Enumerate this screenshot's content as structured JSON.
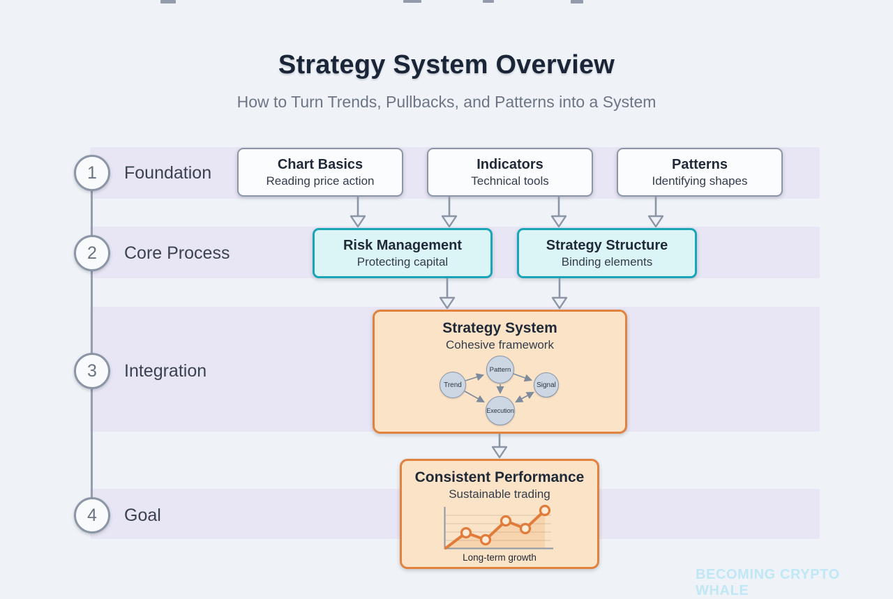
{
  "page": {
    "title": "Strategy System Overview",
    "subtitle": "How to Turn Trends, Pullbacks, and Patterns into a System",
    "watermark": "BECOMING CRYPTO WHALE"
  },
  "colors": {
    "background": "#eff3f7",
    "row_band": "#e8e6f4",
    "neutral_border": "#8b95a6",
    "neutral_fill": "#fbfcfe",
    "teal_border": "#1aa4b8",
    "teal_fill": "#dbf4f5",
    "orange_border": "#e2823f",
    "orange_fill": "#fbe3c7",
    "title_text": "#1b2538",
    "subtitle_text": "#6d7585",
    "watermark_text": "#c0e7f6",
    "chart_line": "#e07b3a"
  },
  "stages": [
    {
      "number": "1",
      "label": "Foundation"
    },
    {
      "number": "2",
      "label": "Core Process"
    },
    {
      "number": "3",
      "label": "Integration"
    },
    {
      "number": "4",
      "label": "Goal"
    }
  ],
  "foundation_boxes": [
    {
      "title": "Chart Basics",
      "subtitle": "Reading price action"
    },
    {
      "title": "Indicators",
      "subtitle": "Technical tools"
    },
    {
      "title": "Patterns",
      "subtitle": "Identifying shapes"
    }
  ],
  "core_boxes": [
    {
      "title": "Risk Management",
      "subtitle": "Protecting capital"
    },
    {
      "title": "Strategy Structure",
      "subtitle": "Binding elements"
    }
  ],
  "integration": {
    "title": "Strategy System",
    "subtitle": "Cohesive framework",
    "nodes": [
      {
        "label": "Trend"
      },
      {
        "label": "Pattern"
      },
      {
        "label": "Signal"
      },
      {
        "label": "Execution"
      }
    ],
    "edges": [
      [
        "Trend",
        "Pattern"
      ],
      [
        "Trend",
        "Execution"
      ],
      [
        "Pattern",
        "Signal"
      ],
      [
        "Pattern",
        "Execution"
      ],
      [
        "Execution",
        "Signal"
      ],
      [
        "Signal",
        "Execution"
      ]
    ]
  },
  "goal": {
    "title": "Consistent Performance",
    "subtitle": "Sustainable trading",
    "caption": "Long-term growth"
  },
  "chart_data": {
    "type": "line",
    "title": "Long-term growth",
    "x": [
      0,
      1,
      2,
      3,
      4,
      5
    ],
    "y": [
      0.02,
      0.38,
      0.21,
      0.68,
      0.48,
      0.93
    ],
    "ylim": [
      0,
      1
    ],
    "grid": true,
    "markers": true,
    "legend": "none",
    "line_color": "#e07b3a"
  }
}
